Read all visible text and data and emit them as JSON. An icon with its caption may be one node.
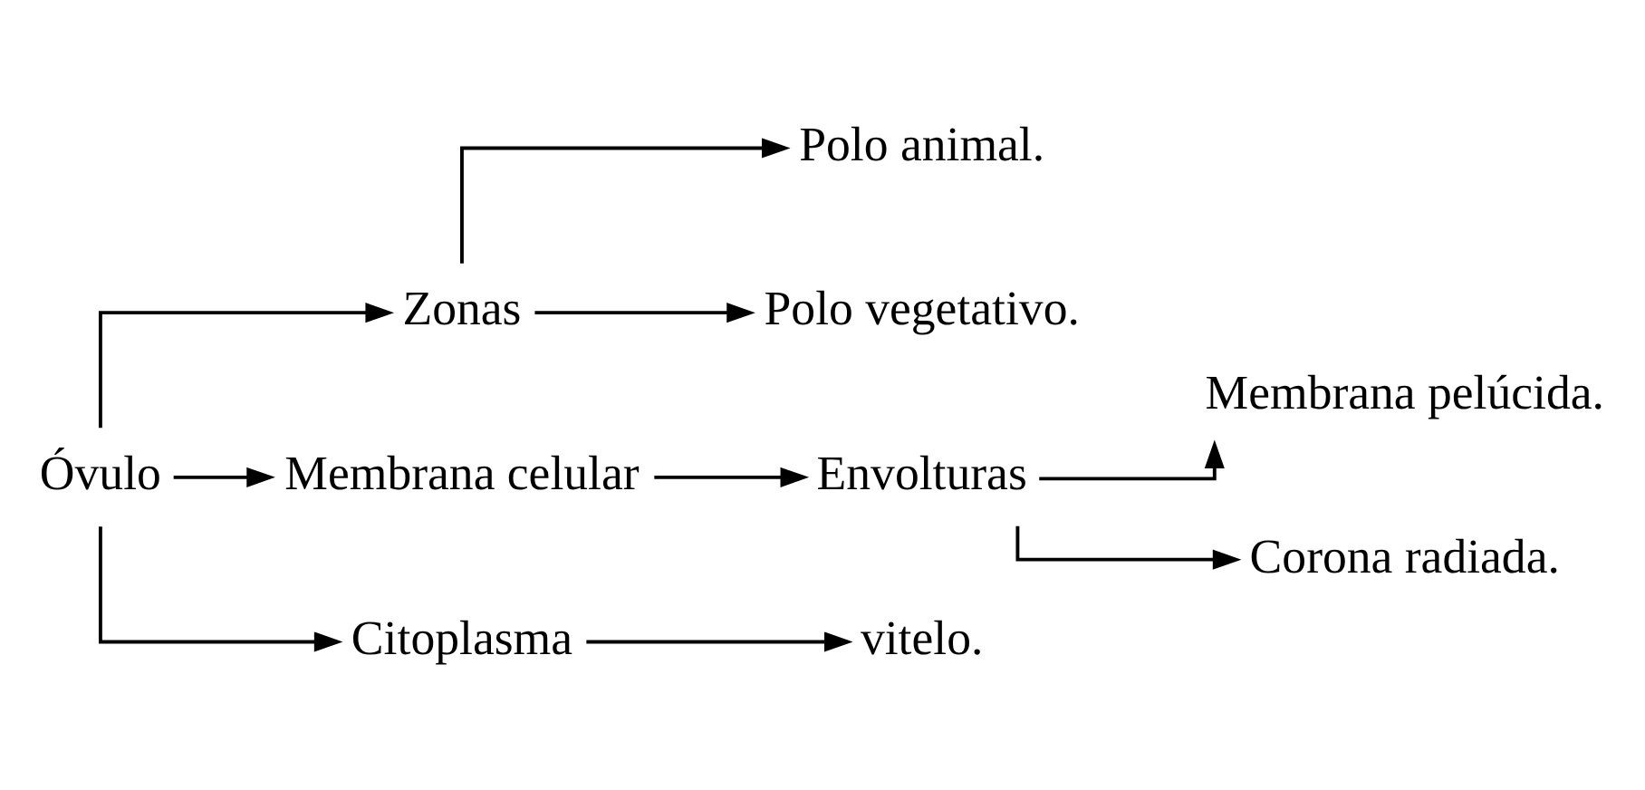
{
  "diagram": {
    "nodes": [
      {
        "text": [
          "Óvulo"
        ]
      },
      {
        "text": [
          "Zonas"
        ]
      },
      {
        "text": [
          "Polo animal."
        ]
      },
      {
        "text": [
          "Polo vegetativo."
        ]
      },
      {
        "text": [
          "Membrana celular"
        ]
      },
      {
        "text": [
          "Envolturas"
        ]
      },
      {
        "text": [
          "Membrana pelúcida."
        ]
      },
      {
        "text": [
          "Corona radiada."
        ]
      },
      {
        "text": [
          "Citoplasma"
        ]
      },
      {
        "text": [
          "vitelo."
        ]
      }
    ],
    "edges": [
      {
        "from": 0,
        "to": 1,
        "arrow": "to"
      },
      {
        "from": 1,
        "to": 2,
        "arrow": "to"
      },
      {
        "from": 1,
        "to": 3,
        "arrow": "to"
      },
      {
        "from": 0,
        "to": 4,
        "arrow": "to"
      },
      {
        "from": 4,
        "to": 5,
        "arrow": "to"
      },
      {
        "from": 5,
        "to": 6,
        "arrow": "to"
      },
      {
        "from": 5,
        "to": 7,
        "arrow": "to"
      },
      {
        "from": 0,
        "to": 8,
        "arrow": "to"
      },
      {
        "from": 8,
        "to": 9,
        "arrow": "to"
      }
    ]
  }
}
